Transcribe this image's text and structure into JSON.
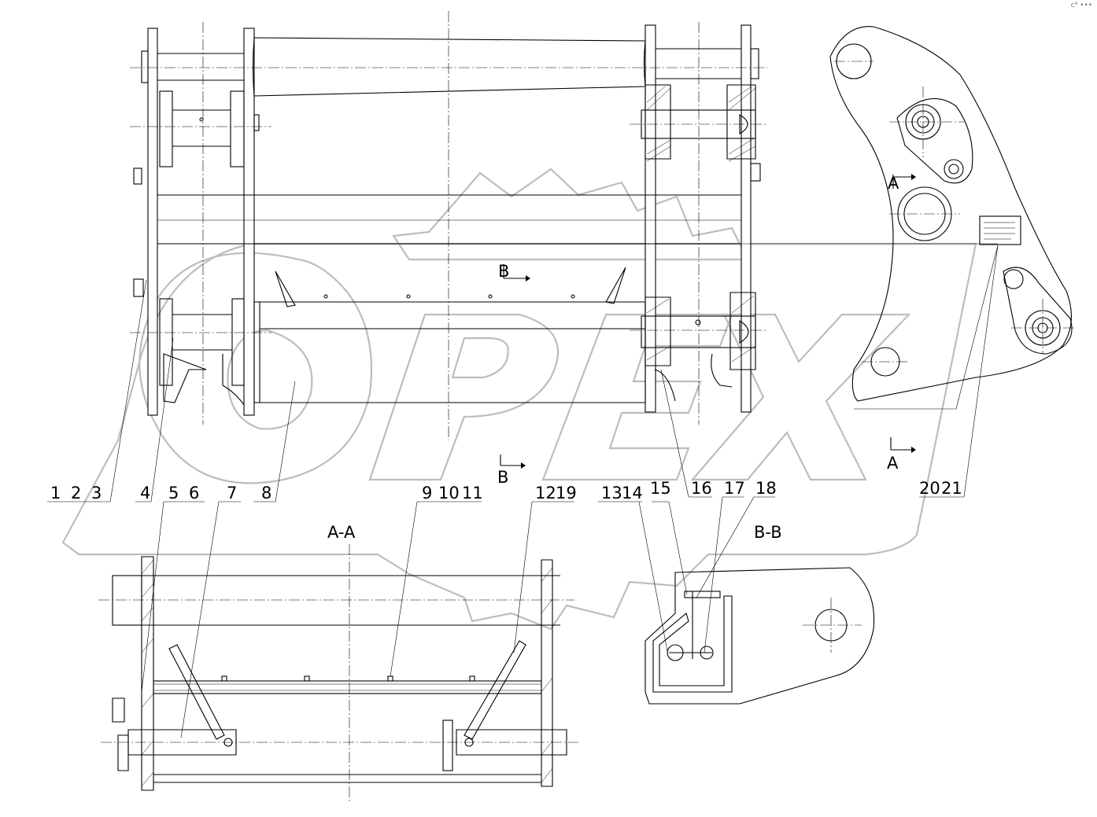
{
  "corner_mark": "с⁴ •••",
  "watermark": "OPEX",
  "section_labels": {
    "aa_title": "A-A",
    "bb_title": "B-B",
    "a_top": "A",
    "a_bottom": "A",
    "b_top": "B",
    "b_bottom": "B"
  },
  "callouts": [
    {
      "id": "1",
      "text": "1"
    },
    {
      "id": "2",
      "text": "2"
    },
    {
      "id": "3",
      "text": "3"
    },
    {
      "id": "4",
      "text": "4"
    },
    {
      "id": "5",
      "text": "5"
    },
    {
      "id": "6",
      "text": "6"
    },
    {
      "id": "7",
      "text": "7"
    },
    {
      "id": "8",
      "text": "8"
    },
    {
      "id": "9",
      "text": "9"
    },
    {
      "id": "10",
      "text": "10"
    },
    {
      "id": "11",
      "text": "11"
    },
    {
      "id": "12",
      "text": "12"
    },
    {
      "id": "19",
      "text": "19"
    },
    {
      "id": "13",
      "text": "13"
    },
    {
      "id": "14",
      "text": "14"
    },
    {
      "id": "15",
      "text": "15"
    },
    {
      "id": "16",
      "text": "16"
    },
    {
      "id": "17",
      "text": "17"
    },
    {
      "id": "18",
      "text": "18"
    },
    {
      "id": "20",
      "text": "20"
    },
    {
      "id": "21",
      "text": "21"
    }
  ]
}
